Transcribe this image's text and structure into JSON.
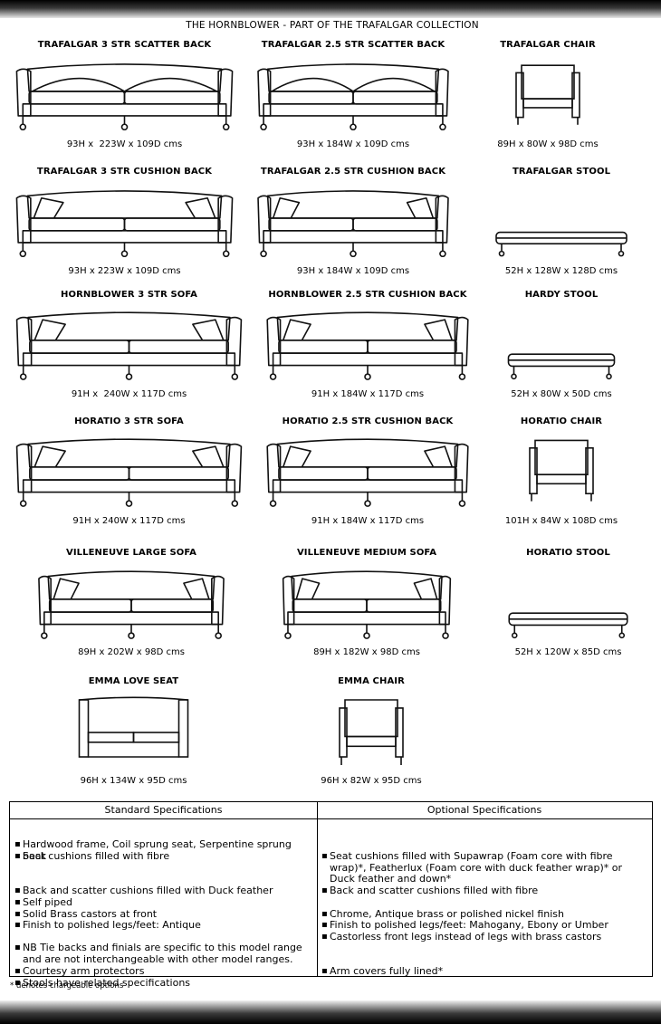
{
  "page_title": "THE HORNBLOWER - PART OF THE TRAFALGAR COLLECTION",
  "items": [
    {
      "name": "TRAFALGAR 3 STR SCATTER BACK",
      "dims": "93H x  223W x 109D cms",
      "icon": "scatter-back-sofa-icon"
    },
    {
      "name": "TRAFALGAR 2.5 STR SCATTER BACK",
      "dims": "93H x 184W x 109D cms",
      "icon": "scatter-back-sofa-icon"
    },
    {
      "name": "TRAFALGAR CHAIR",
      "dims": "89H x 80W x 98D cms",
      "icon": "chair-icon"
    },
    {
      "name": "TRAFALGAR 3 STR CUSHION BACK",
      "dims": "93H x 223W x 109D cms",
      "icon": "cushion-back-sofa-icon"
    },
    {
      "name": "TRAFALGAR 2.5 STR CUSHION BACK",
      "dims": "93H x 184W x 109D cms",
      "icon": "cushion-back-sofa-icon"
    },
    {
      "name": "TRAFALGAR STOOL",
      "dims": "52H x 128W x 128D cms",
      "icon": "stool-icon"
    },
    {
      "name": "HORNBLOWER 3 STR SOFA",
      "dims": "91H x  240W x 117D cms",
      "icon": "sofa-icon"
    },
    {
      "name": "HORNBLOWER 2.5 STR CUSHION BACK",
      "dims": "91H x 184W x 117D cms",
      "icon": "cushion-back-sofa-icon"
    },
    {
      "name": "HARDY STOOL",
      "dims": "52H x 80W x 50D cms",
      "icon": "stool-icon"
    },
    {
      "name": "HORATIO 3 STR SOFA",
      "dims": "91H x 240W x 117D cms",
      "icon": "sofa-icon"
    },
    {
      "name": "HORATIO 2.5 STR CUSHION BACK",
      "dims": "91H x 184W x 117D cms",
      "icon": "cushion-back-sofa-icon"
    },
    {
      "name": "HORATIO CHAIR",
      "dims": "101H x 84W x 108D cms",
      "icon": "chair-icon"
    },
    {
      "name": "VILLENEUVE LARGE SOFA",
      "dims": "89H x 202W x 98D cms",
      "icon": "sofa-icon"
    },
    {
      "name": "VILLENEUVE MEDIUM SOFA",
      "dims": "89H x 182W x 98D cms",
      "icon": "sofa-icon"
    },
    {
      "name": "HORATIO STOOL",
      "dims": "52H x 120W x 85D cms",
      "icon": "stool-icon"
    },
    {
      "name": "EMMA LOVE SEAT",
      "dims": "96H x 134W x 95D cms",
      "icon": "love-seat-icon"
    },
    {
      "name": "EMMA CHAIR",
      "dims": "96H x 82W x 95D cms",
      "icon": "chair-icon"
    }
  ],
  "specs": {
    "standard_header": "Standard Specifications",
    "optional_header": "Optional Specifications",
    "standard": [
      "Hardwood frame, Coil sprung seat, Serpentine sprung back",
      "Seat cushions filled with fibre",
      "Back and scatter cushions filled with Duck feather",
      "Self piped",
      "Solid Brass castors at front",
      "Finish to polished legs/feet: Antique",
      "NB Tie backs and finials are specific to this model range and are not interchangeable with other model ranges.",
      "Courtesy arm protectors",
      "Stools have related specifications"
    ],
    "optional": [
      "Seat cushions filled with Supawrap (Foam core with fibre wrap)*, Featherlux (Foam core with duck feather wrap)* or Duck feather and down*",
      "Back and scatter cushions filled with fibre",
      "Chrome, Antique brass or polished nickel finish",
      "Finish to polished legs/feet: Mahogany, Ebony or Umber",
      "Castorless front legs instead of legs with brass castors",
      "Arm covers fully lined*"
    ]
  },
  "footnote": "* denotes chargeable options"
}
